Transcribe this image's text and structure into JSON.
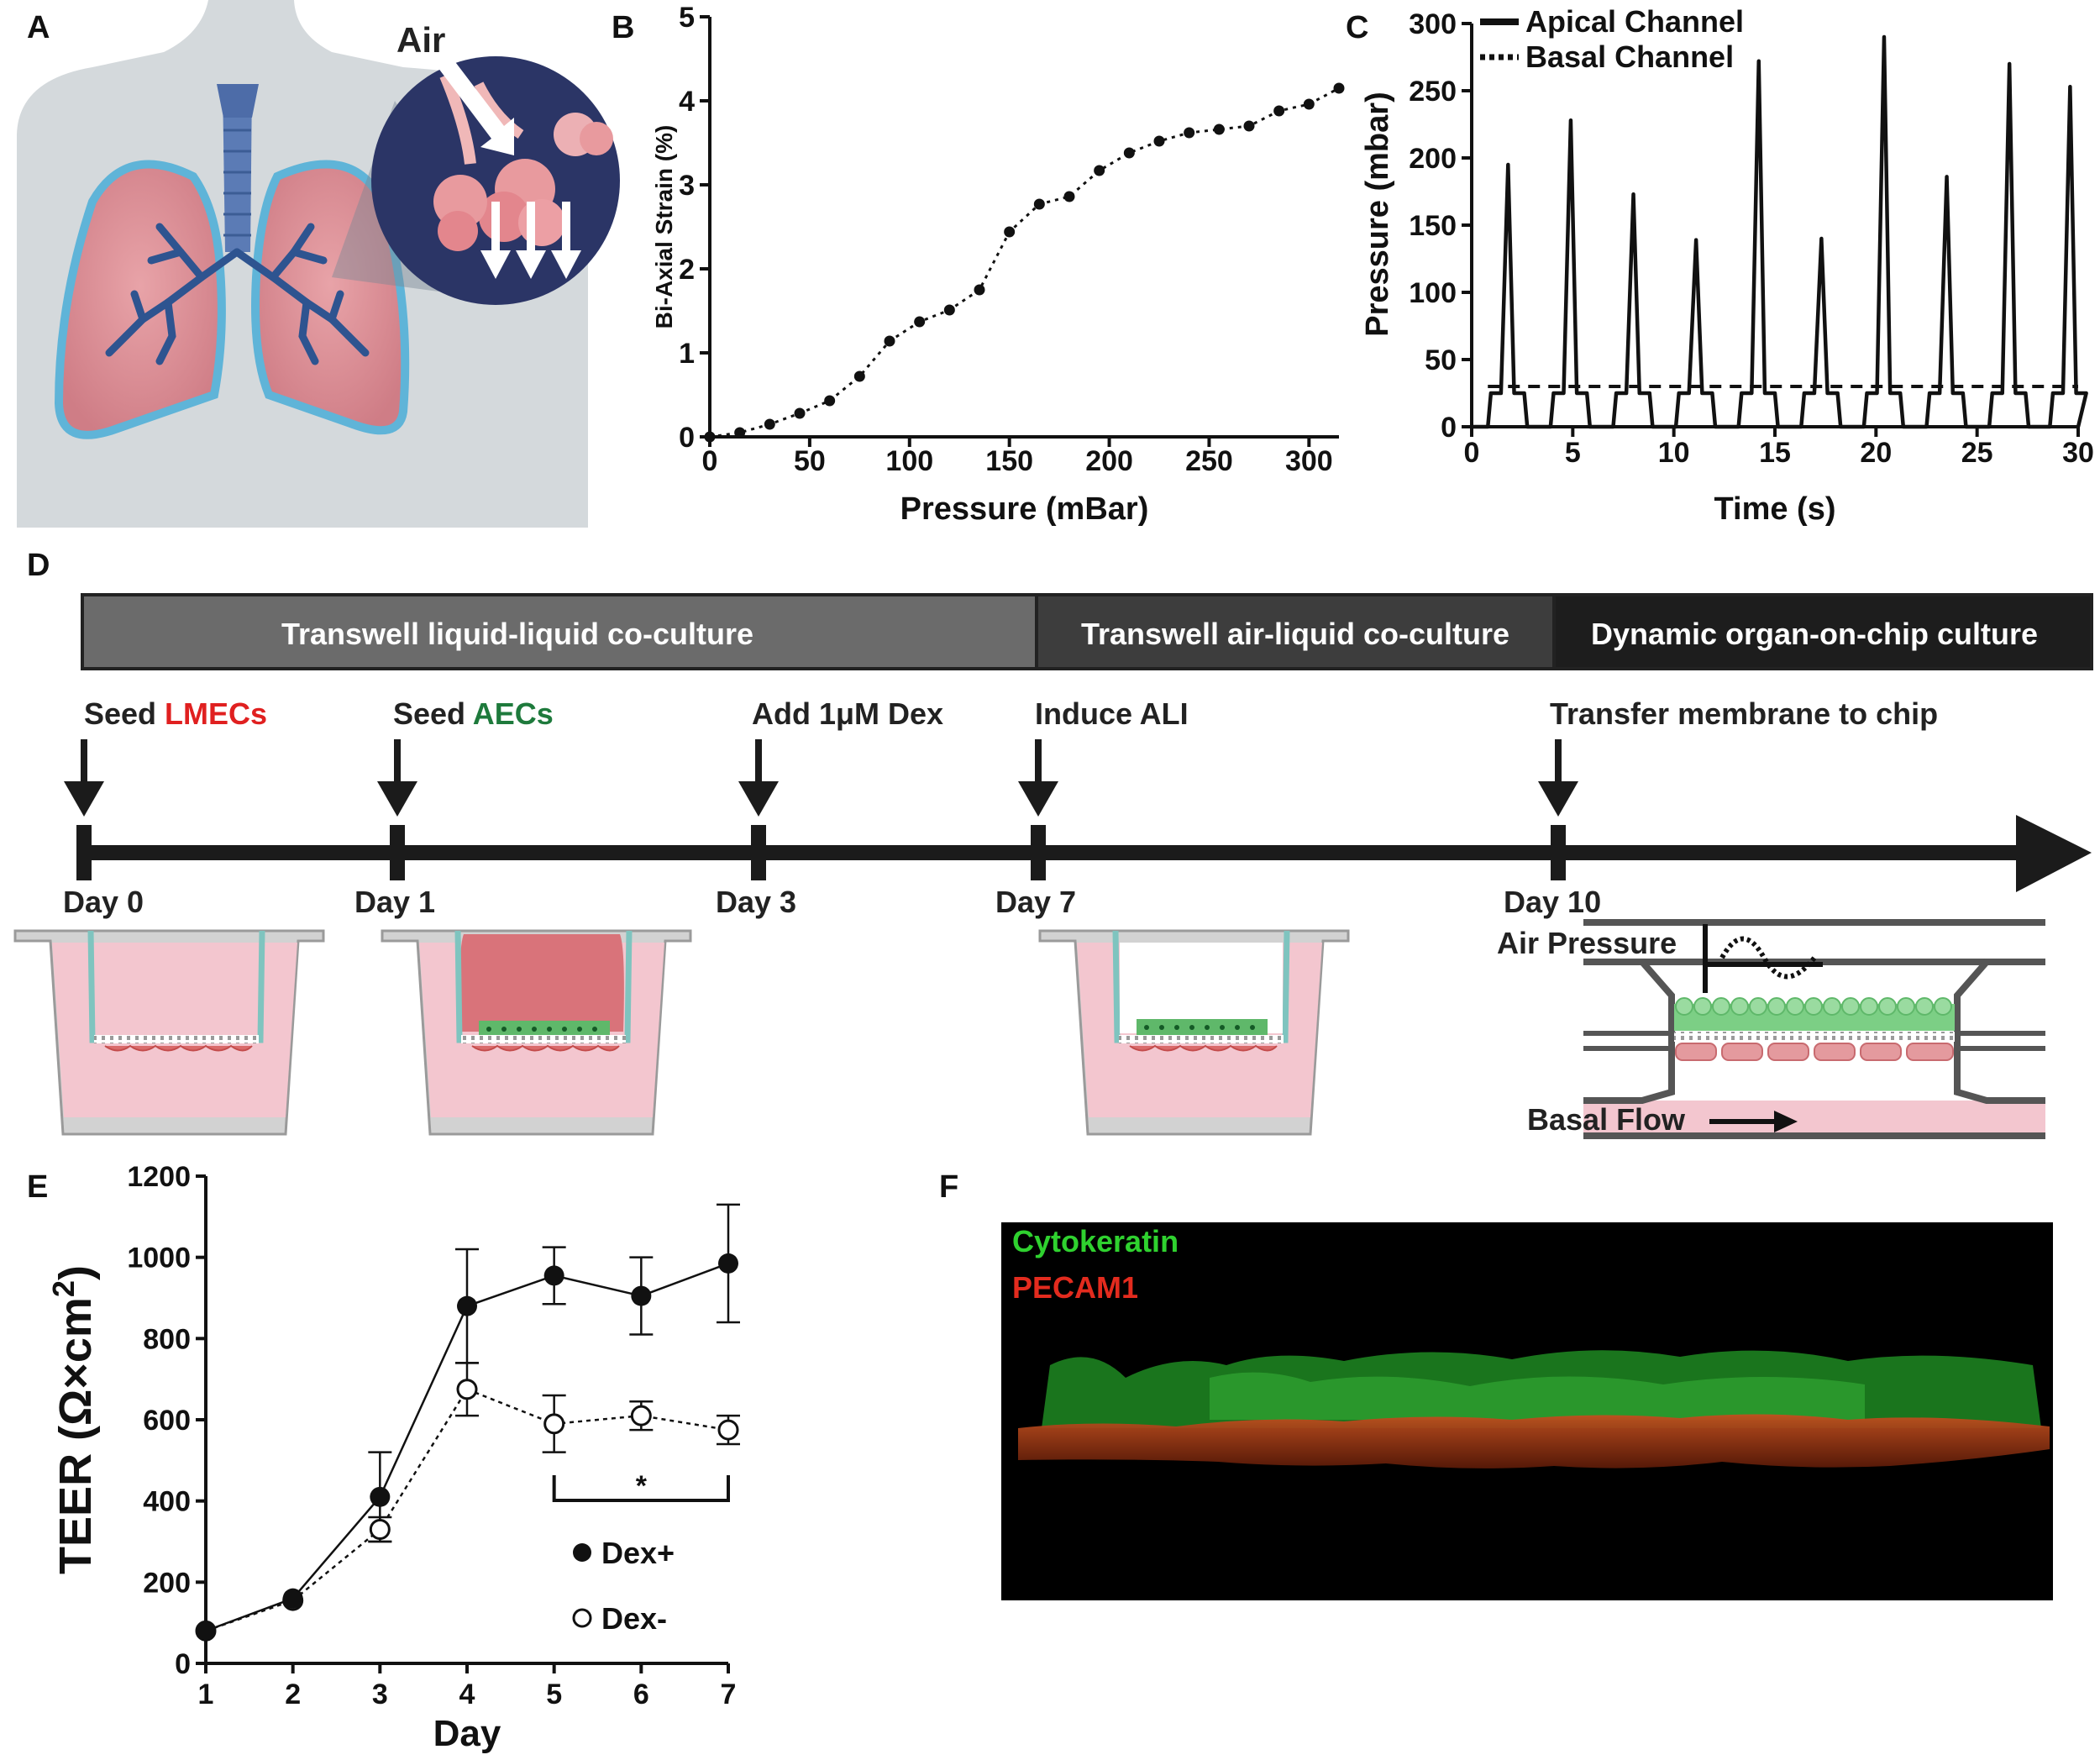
{
  "panel_labels": {
    "a": "A",
    "b": "B",
    "c": "C",
    "d": "D",
    "e": "E",
    "f": "F"
  },
  "panel_a": {
    "air_label": "Air"
  },
  "chart_data": [
    {
      "id": "B",
      "type": "scatter",
      "xlabel": "Pressure (mBar)",
      "ylabel": "Bi-Axial Strain (%)",
      "xlim": [
        0,
        315
      ],
      "ylim": [
        0,
        5
      ],
      "x_ticks": [
        "0",
        "50",
        "100",
        "150",
        "200",
        "250",
        "300"
      ],
      "y_ticks": [
        "0",
        "1",
        "2",
        "3",
        "4",
        "5"
      ],
      "series": [
        {
          "x": [
            0,
            15,
            30,
            45,
            60,
            75,
            90,
            105,
            120,
            135,
            150,
            165,
            180,
            195,
            210,
            225,
            240,
            255,
            270,
            285,
            300,
            315
          ],
          "y": [
            0.0,
            0.05,
            0.15,
            0.28,
            0.43,
            0.72,
            1.14,
            1.37,
            1.51,
            1.75,
            2.44,
            2.77,
            2.86,
            3.17,
            3.38,
            3.52,
            3.62,
            3.66,
            3.7,
            3.88,
            3.96,
            4.15
          ]
        }
      ],
      "line_style": "dotted line with filled circle markers"
    },
    {
      "id": "C",
      "type": "line",
      "xlabel": "Time (s)",
      "ylabel": "Pressure (mbar)",
      "xlim": [
        0,
        30
      ],
      "ylim": [
        0,
        300
      ],
      "x_ticks": [
        "0",
        "5",
        "10",
        "15",
        "20",
        "25",
        "30"
      ],
      "y_ticks": [
        "0",
        "50",
        "100",
        "150",
        "200",
        "250",
        "300"
      ],
      "legend_position": "top-left",
      "series": [
        {
          "name": "Apical Channel",
          "style": "solid",
          "peak_times": [
            1.8,
            4.9,
            8.0,
            11.1,
            14.2,
            17.3,
            20.4,
            23.5,
            26.6,
            29.6
          ],
          "peak_values": [
            195,
            228,
            173,
            139,
            272,
            140,
            290,
            186,
            270,
            253
          ],
          "plateau": 25,
          "baseline": 0
        },
        {
          "name": "Basal Channel",
          "style": "dashed",
          "constant": 30
        }
      ]
    },
    {
      "id": "E",
      "type": "line",
      "xlabel": "Day",
      "ylabel": "TEER (Ω×cm",
      "ylabel_superscript": "2",
      "ylabel_close": ")",
      "xlim": [
        1,
        7
      ],
      "ylim": [
        0,
        1200
      ],
      "x_ticks": [
        "1",
        "2",
        "3",
        "4",
        "5",
        "6",
        "7"
      ],
      "y_ticks": [
        "0",
        "200",
        "400",
        "600",
        "800",
        "1000",
        "1200"
      ],
      "categories": [
        1,
        2,
        3,
        4,
        5,
        6,
        7
      ],
      "series": [
        {
          "name": "Dex+",
          "style": "solid, filled circles",
          "values": [
            80,
            160,
            410,
            880,
            955,
            905,
            985
          ],
          "errors": [
            0,
            0,
            110,
            140,
            70,
            95,
            145
          ]
        },
        {
          "name": "Dex-",
          "style": "dotted, open circles",
          "values": [
            80,
            155,
            330,
            675,
            590,
            610,
            575
          ],
          "errors": [
            0,
            0,
            30,
            65,
            70,
            35,
            35
          ]
        }
      ],
      "significance": {
        "label": "*",
        "from_day": 5,
        "to_day": 7
      }
    }
  ],
  "panel_d": {
    "phases": [
      {
        "label": "Transwell liquid-liquid co-culture",
        "color": "#6b6b6b"
      },
      {
        "label": "Transwell air-liquid co-culture",
        "color": "#3d3d3d"
      },
      {
        "label": "Dynamic organ-on-chip culture",
        "color": "#1d1d1d"
      }
    ],
    "events": [
      {
        "prefix": "Seed ",
        "highlight": "LMECs",
        "highlight_color": "#e02020",
        "day": "Day 0"
      },
      {
        "prefix": "Seed ",
        "highlight": "AECs",
        "highlight_color": "#1e7a3c",
        "day": "Day 1"
      },
      {
        "prefix": "Add 1μM Dex",
        "highlight": "",
        "highlight_color": "",
        "day": "Day 3"
      },
      {
        "prefix": "Induce ALI",
        "highlight": "",
        "highlight_color": "",
        "day": "Day 7"
      },
      {
        "prefix": "Transfer membrane to chip",
        "highlight": "",
        "highlight_color": "",
        "day": "Day 10"
      }
    ],
    "chip_labels": {
      "air_pressure": "Air Pressure",
      "basal_flow": "Basal Flow"
    }
  },
  "panel_f": {
    "labels": [
      {
        "text": "Cytokeratin",
        "color": "#2fd12f"
      },
      {
        "text": "PECAM1",
        "color": "#e32b1e"
      }
    ]
  }
}
